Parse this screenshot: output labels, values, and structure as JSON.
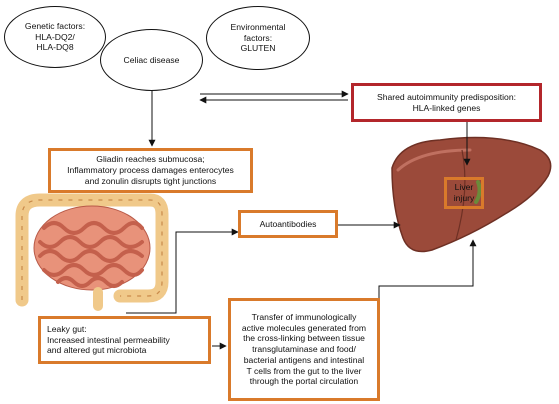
{
  "nodes": {
    "genetic": "Genetic factors:\nHLA-DQ2/\nHLA-DQ8",
    "celiac": "Celiac disease",
    "environmental": "Environmental\nfactors:\nGLUTEN",
    "autoimmunity": "Shared autoimmunity predisposition:\nHLA-linked genes",
    "gliadin": "Gliadin reaches submucosa;\nInflammatory process damages enterocytes\nand zonulin disrupts tight junctions",
    "autoantibodies": "Autoantibodies",
    "leaky_gut": "Leaky gut:\nIncreased intestinal permeability\nand altered gut microbiota",
    "transfer": "Transfer of immunologically\nactive molecules generated from\nthe cross-linking between tissue\ntransglutaminase and food/\nbacterial antigens and intestinal\nT cells from the gut to the liver\nthrough the portal circulation",
    "liver_injury": "Liver\ninjury"
  },
  "illustrations": {
    "intestine": "intestine-illustration",
    "liver": "liver-illustration"
  },
  "colors": {
    "orange_border": "#d97a2b",
    "red_border": "#b3262b",
    "liver": "#9b4a3a",
    "intestine": "#e8927a",
    "colon": "#f0c98a"
  }
}
